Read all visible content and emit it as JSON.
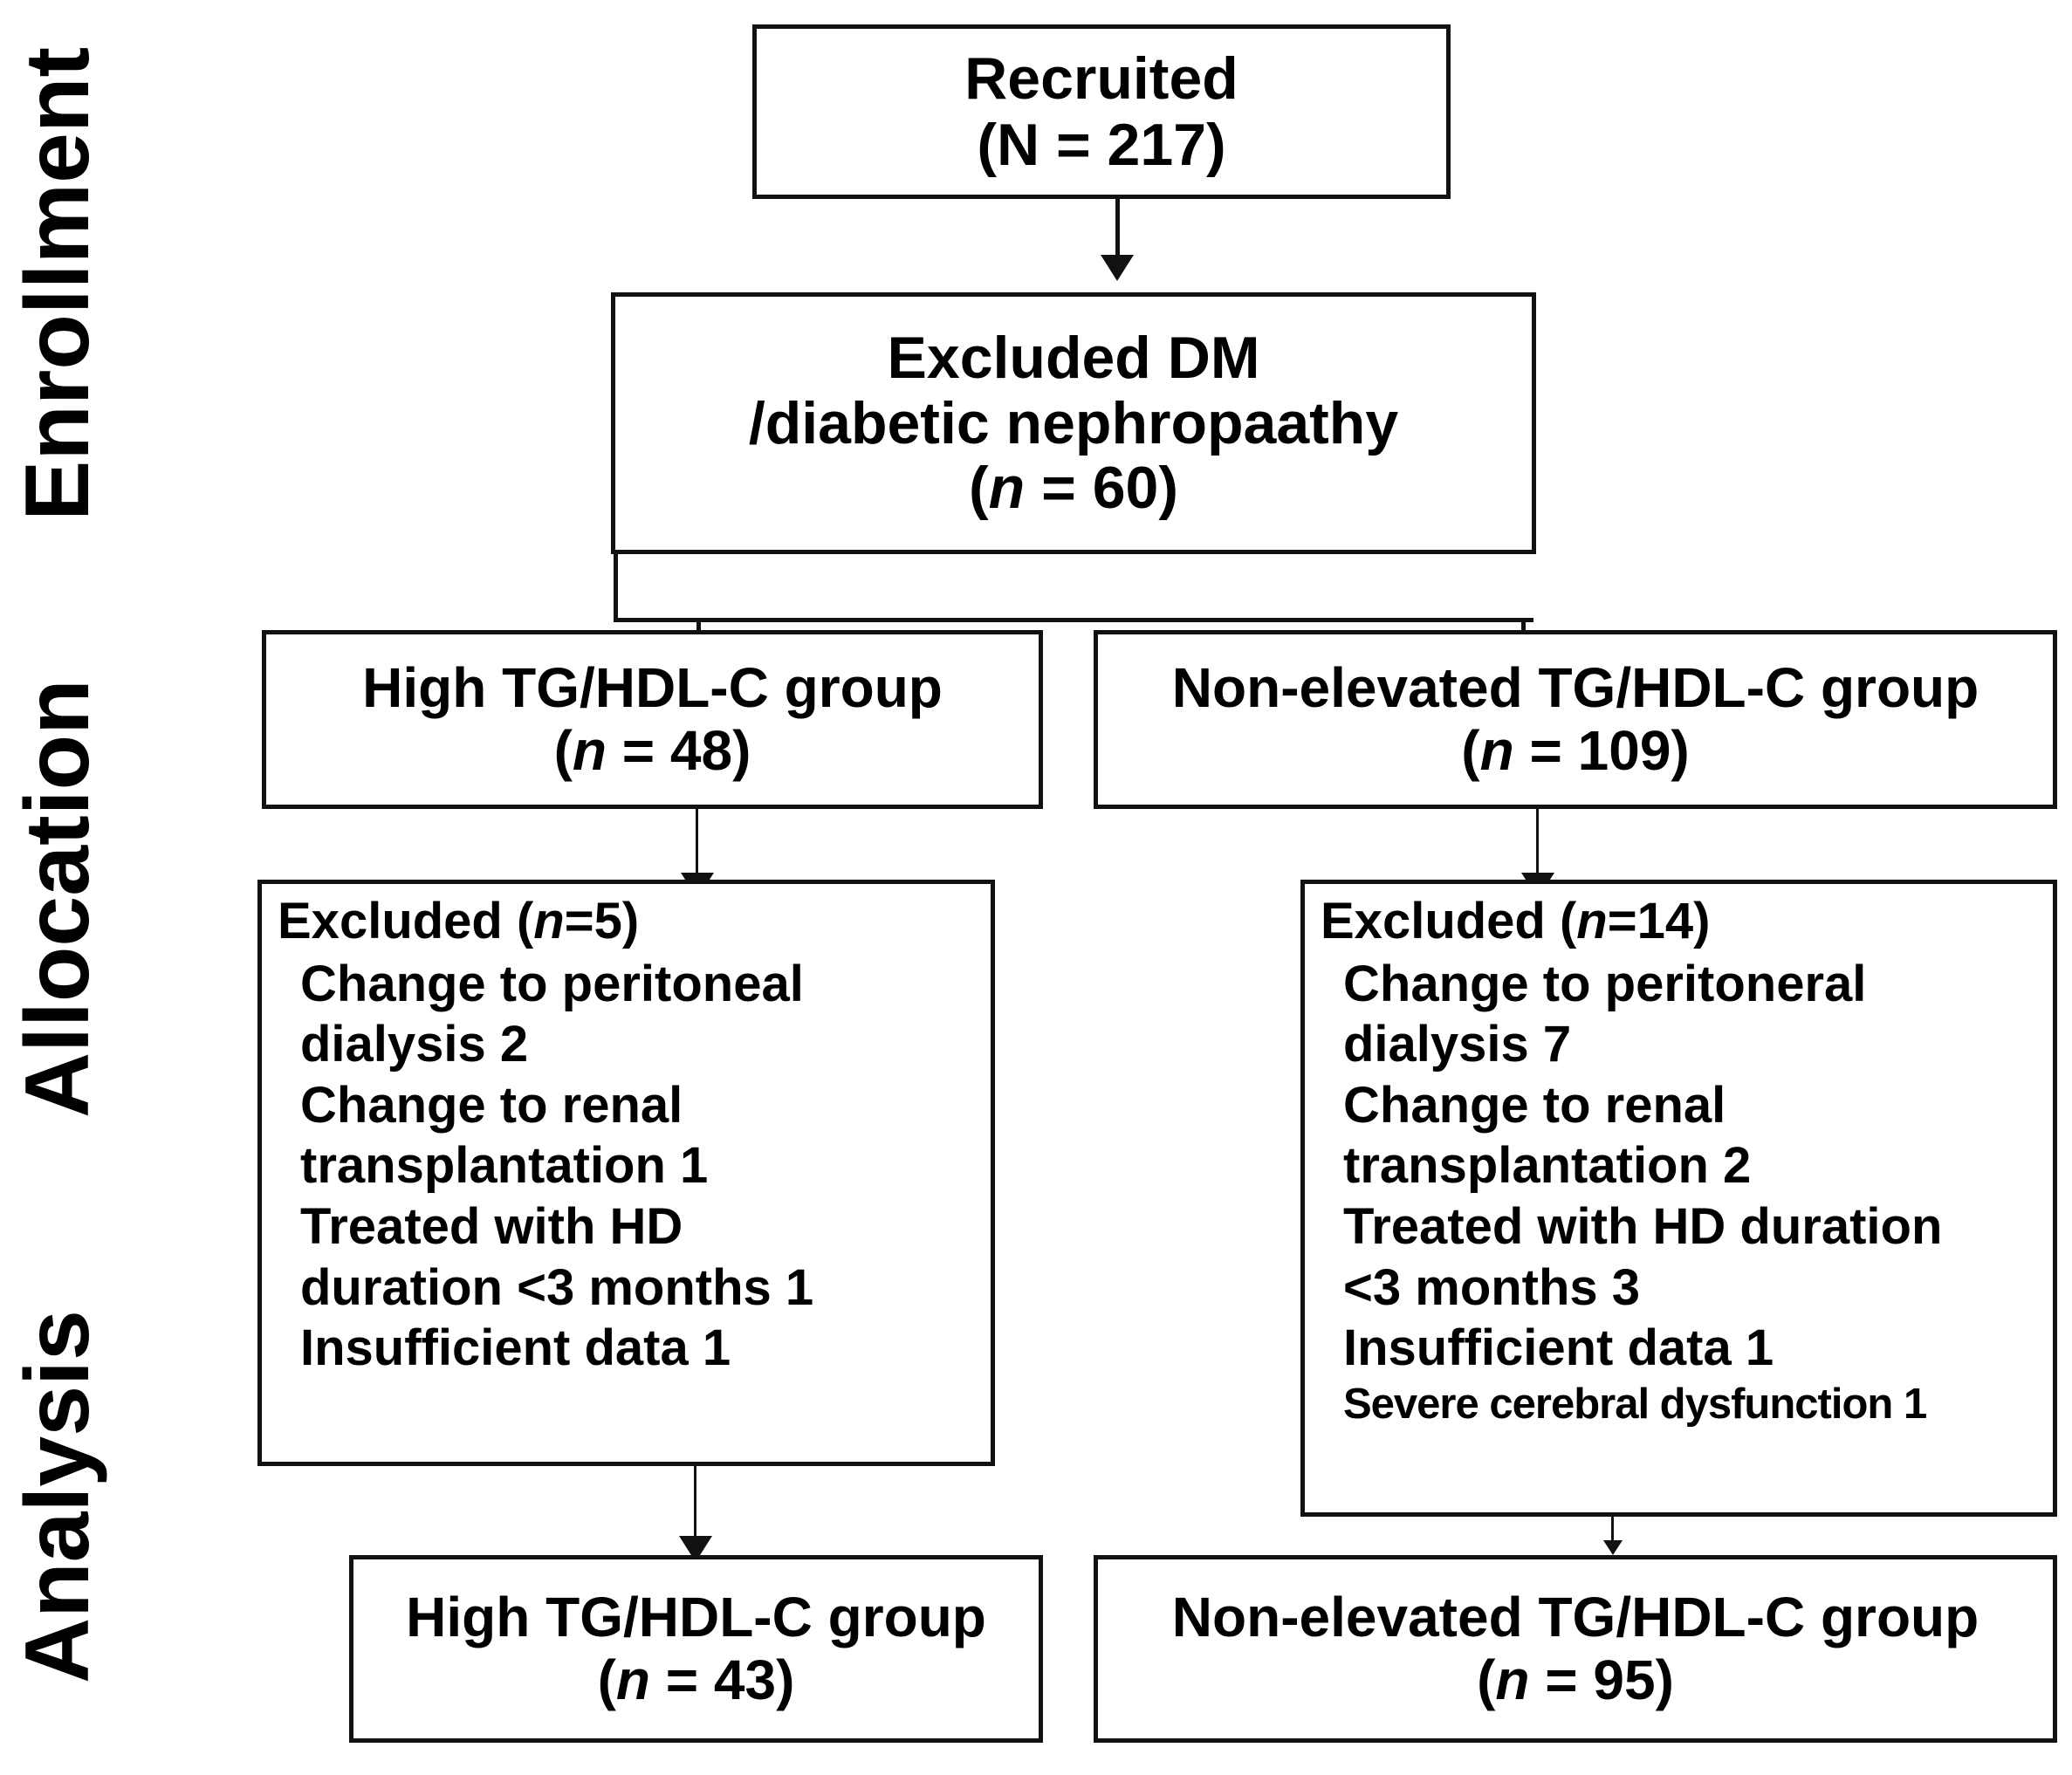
{
  "diagram": {
    "title": "CONSORT participant flow diagram",
    "stages": [
      {
        "label": "Enrollment"
      },
      {
        "label": "Allocation"
      },
      {
        "label": "Analysis"
      }
    ],
    "nodes": {
      "recruited": {
        "line1": "Recruited",
        "line2": "(N = 217)"
      },
      "excluded_dm": {
        "line1": "Excluded DM",
        "line2": "/diabetic nephropaathy",
        "line3_pre": "(",
        "line3_ital": "n",
        "line3_post": " = 60)"
      },
      "alloc_high": {
        "line1": "High TG/HDL-C group",
        "line2_pre": "(",
        "line2_ital": "n",
        "line2_post": " = 48)"
      },
      "alloc_nonelev": {
        "line1": "Non-elevated TG/HDL-C group",
        "line2_pre": "(",
        "line2_ital": "n",
        "line2_post": " = 109)"
      },
      "excl_left": {
        "head_pre": "Excluded (",
        "head_ital": "n",
        "head_post": "=5)",
        "items": [
          "Change to peritoneal",
          "dialysis 2",
          "Change to renal",
          "transplantation 1",
          "Treated with HD",
          "duration <3  months  1",
          "Insufficient data 1"
        ]
      },
      "excl_right": {
        "head_pre": "Excluded (",
        "head_ital": "n",
        "head_post": "=14)",
        "items": [
          "Change to peritoneral",
          "dialysis 7",
          "Change to renal",
          "transplantation 2",
          "Treated with HD duration",
          "<3 months 3",
          "Insufficient data 1",
          "Severe cerebral dysfunction 1"
        ]
      },
      "final_high": {
        "line1": "High TG/HDL-C group",
        "line2_pre": "(",
        "line2_ital": "n",
        "line2_post": " = 43)"
      },
      "final_nonelev": {
        "line1": "Non-elevated TG/HDL-C group",
        "line2_pre": "(",
        "line2_ital": "n",
        "line2_post": " = 95)"
      }
    },
    "colors": {
      "border": "#111111",
      "background": "#ffffff",
      "text": "#000000"
    }
  }
}
